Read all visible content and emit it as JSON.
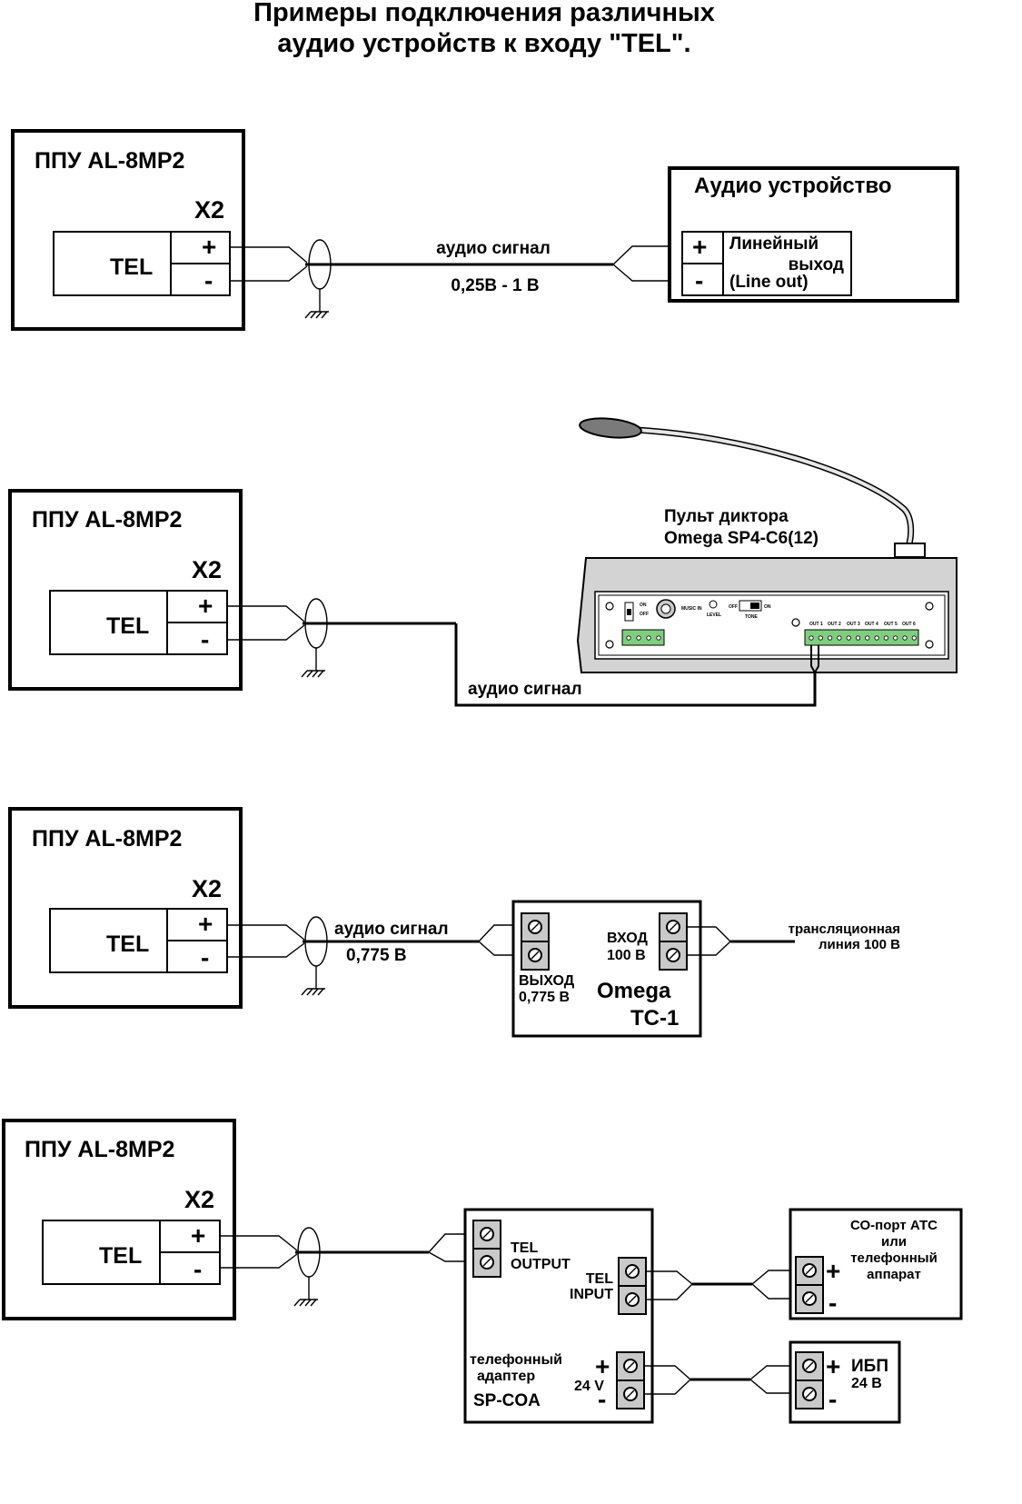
{
  "title": {
    "line1": "Примеры подключения различных",
    "line2": "аудио устройств к входу \"TEL\"."
  },
  "common": {
    "device": "ППУ AL-8MP2",
    "connector": "X2",
    "tel": "TEL",
    "plus": "+",
    "minus": "-"
  },
  "example1": {
    "signal": "аудио сигнал",
    "level": "0,25В - 1 В",
    "device_title": "Аудио устройство",
    "output_line1": "Линейный",
    "output_line2": "выход",
    "output_line3": "(Line out)"
  },
  "example2": {
    "console_line1": "Пульт диктора",
    "console_line2": "Omega SP4-C6(12)",
    "signal": "аудио сигнал",
    "panel": {
      "on": "ON",
      "off": "OFF",
      "music_in": "MUSIC IN",
      "level": "LEVEL",
      "tone": "TONE",
      "outputs": [
        "OUT 1",
        "OUT 2",
        "OUT 3",
        "OUT 4",
        "OUT 5",
        "OUT 6"
      ]
    }
  },
  "example3": {
    "signal": "аудио сигнал",
    "level": "0,775 В",
    "input_line1": "ВХОД",
    "input_line2": "100 В",
    "output_line1": "ВЫХОД",
    "output_line2": "0,775 В",
    "brand": "Omega",
    "model": "TC-1",
    "line1": "трансляционная",
    "line2": "линия 100 В"
  },
  "example4": {
    "tel_output_line1": "TEL",
    "tel_output_line2": "OUTPUT",
    "tel_input_line1": "TEL",
    "tel_input_line2": "INPUT",
    "adapter_line1": "телефонный",
    "adapter_line2": "адаптер",
    "adapter_model": "SP-COA",
    "voltage": "24 V",
    "co_line1": "СО-порт АТС",
    "co_line2": "или",
    "co_line3": "телефонный",
    "co_line4": "аппарат",
    "ups_name": "ИБП",
    "ups_voltage": "24 В"
  }
}
